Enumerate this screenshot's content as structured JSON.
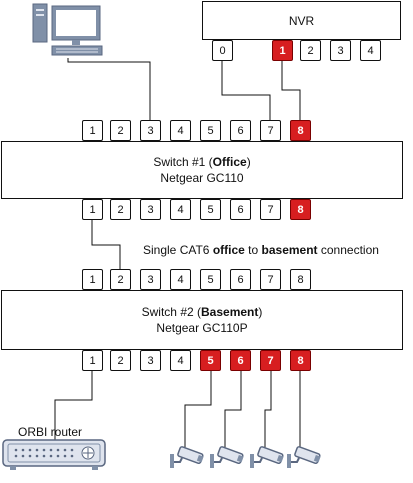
{
  "nvr": {
    "label": "NVR",
    "ports": [
      "0",
      "1",
      "2",
      "3",
      "4"
    ],
    "highlighted": [
      1
    ]
  },
  "switch1": {
    "title_prefix": "Switch #1 (",
    "title_bold": "Office",
    "title_suffix": ")",
    "model": "Netgear GC110",
    "top_ports": [
      "1",
      "2",
      "3",
      "4",
      "5",
      "6",
      "7",
      "8"
    ],
    "top_highlighted": [
      7
    ],
    "bottom_ports": [
      "1",
      "2",
      "3",
      "4",
      "5",
      "6",
      "7",
      "8"
    ],
    "bottom_highlighted": [
      7
    ]
  },
  "connection_label": {
    "part1": "Single CAT6 ",
    "bold1": "office",
    "part2": " to ",
    "bold2": "basement",
    "part3": " connection"
  },
  "switch2": {
    "title_prefix": "Switch #2 (",
    "title_bold": "Basement",
    "title_suffix": ")",
    "model": "Netgear GC110P",
    "top_ports": [
      "1",
      "2",
      "3",
      "4",
      "5",
      "6",
      "7",
      "8"
    ],
    "top_highlighted": [],
    "bottom_ports": [
      "1",
      "2",
      "3",
      "4",
      "5",
      "6",
      "7",
      "8"
    ],
    "bottom_highlighted": [
      4,
      5,
      6,
      7
    ]
  },
  "router": {
    "label": "ORBI router"
  },
  "colors": {
    "highlight": "#d71e20",
    "icon_gray": "#8090a8"
  },
  "icons": [
    "computer-icon",
    "router-icon",
    "camera-icon"
  ]
}
